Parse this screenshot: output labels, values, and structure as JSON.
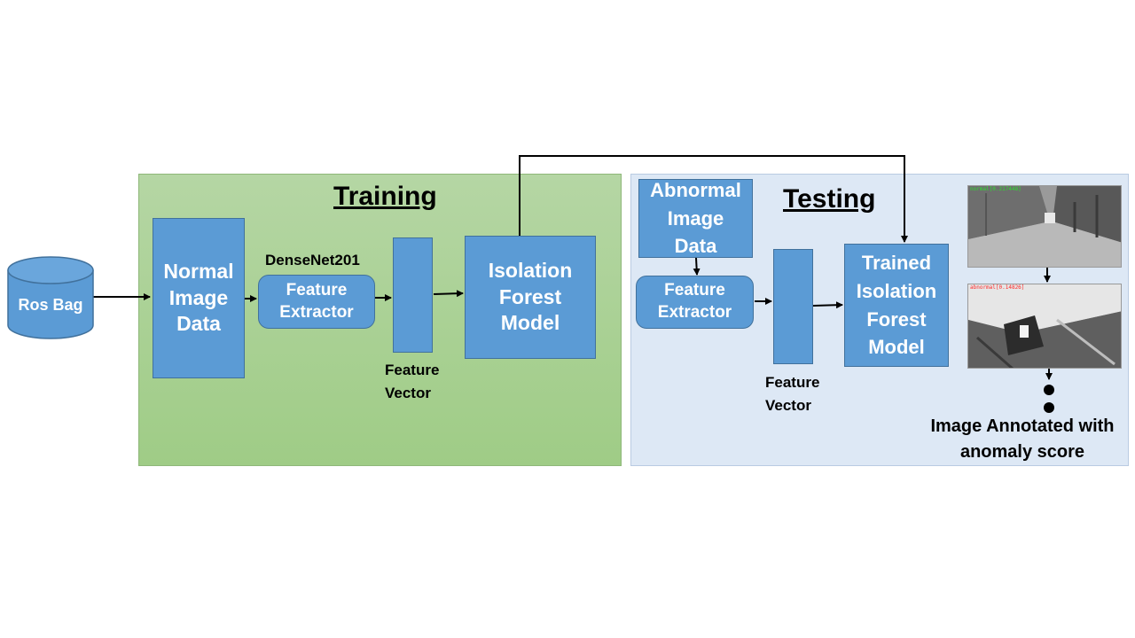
{
  "source": {
    "label": "Ros Bag"
  },
  "training": {
    "title": "Training",
    "normal_data": [
      "Normal",
      "Image",
      "Data"
    ],
    "backbone_label": "DenseNet201",
    "feature_extractor": [
      "Feature",
      "Extractor"
    ],
    "feature_vector": [
      "Feature",
      "Vector"
    ],
    "model": [
      "Isolation",
      "Forest",
      "Model"
    ]
  },
  "testing": {
    "title": "Testing",
    "abnormal_data": [
      "Abnormal",
      "Image",
      "Data"
    ],
    "feature_extractor": [
      "Feature",
      "Extractor"
    ],
    "feature_vector": [
      "Feature",
      "Vector"
    ],
    "model": [
      "Trained",
      "Isolation",
      "Forest",
      "Model"
    ],
    "output": [
      "Image Annotated with",
      "anomaly score"
    ],
    "annotation_normal": "normal[0.217448]",
    "annotation_abnormal": "abnormal[0.14826]"
  },
  "colors": {
    "box_fill": "#5b9bd5",
    "training_panel": "#a9d18e",
    "testing_panel": "#dde8f5"
  }
}
